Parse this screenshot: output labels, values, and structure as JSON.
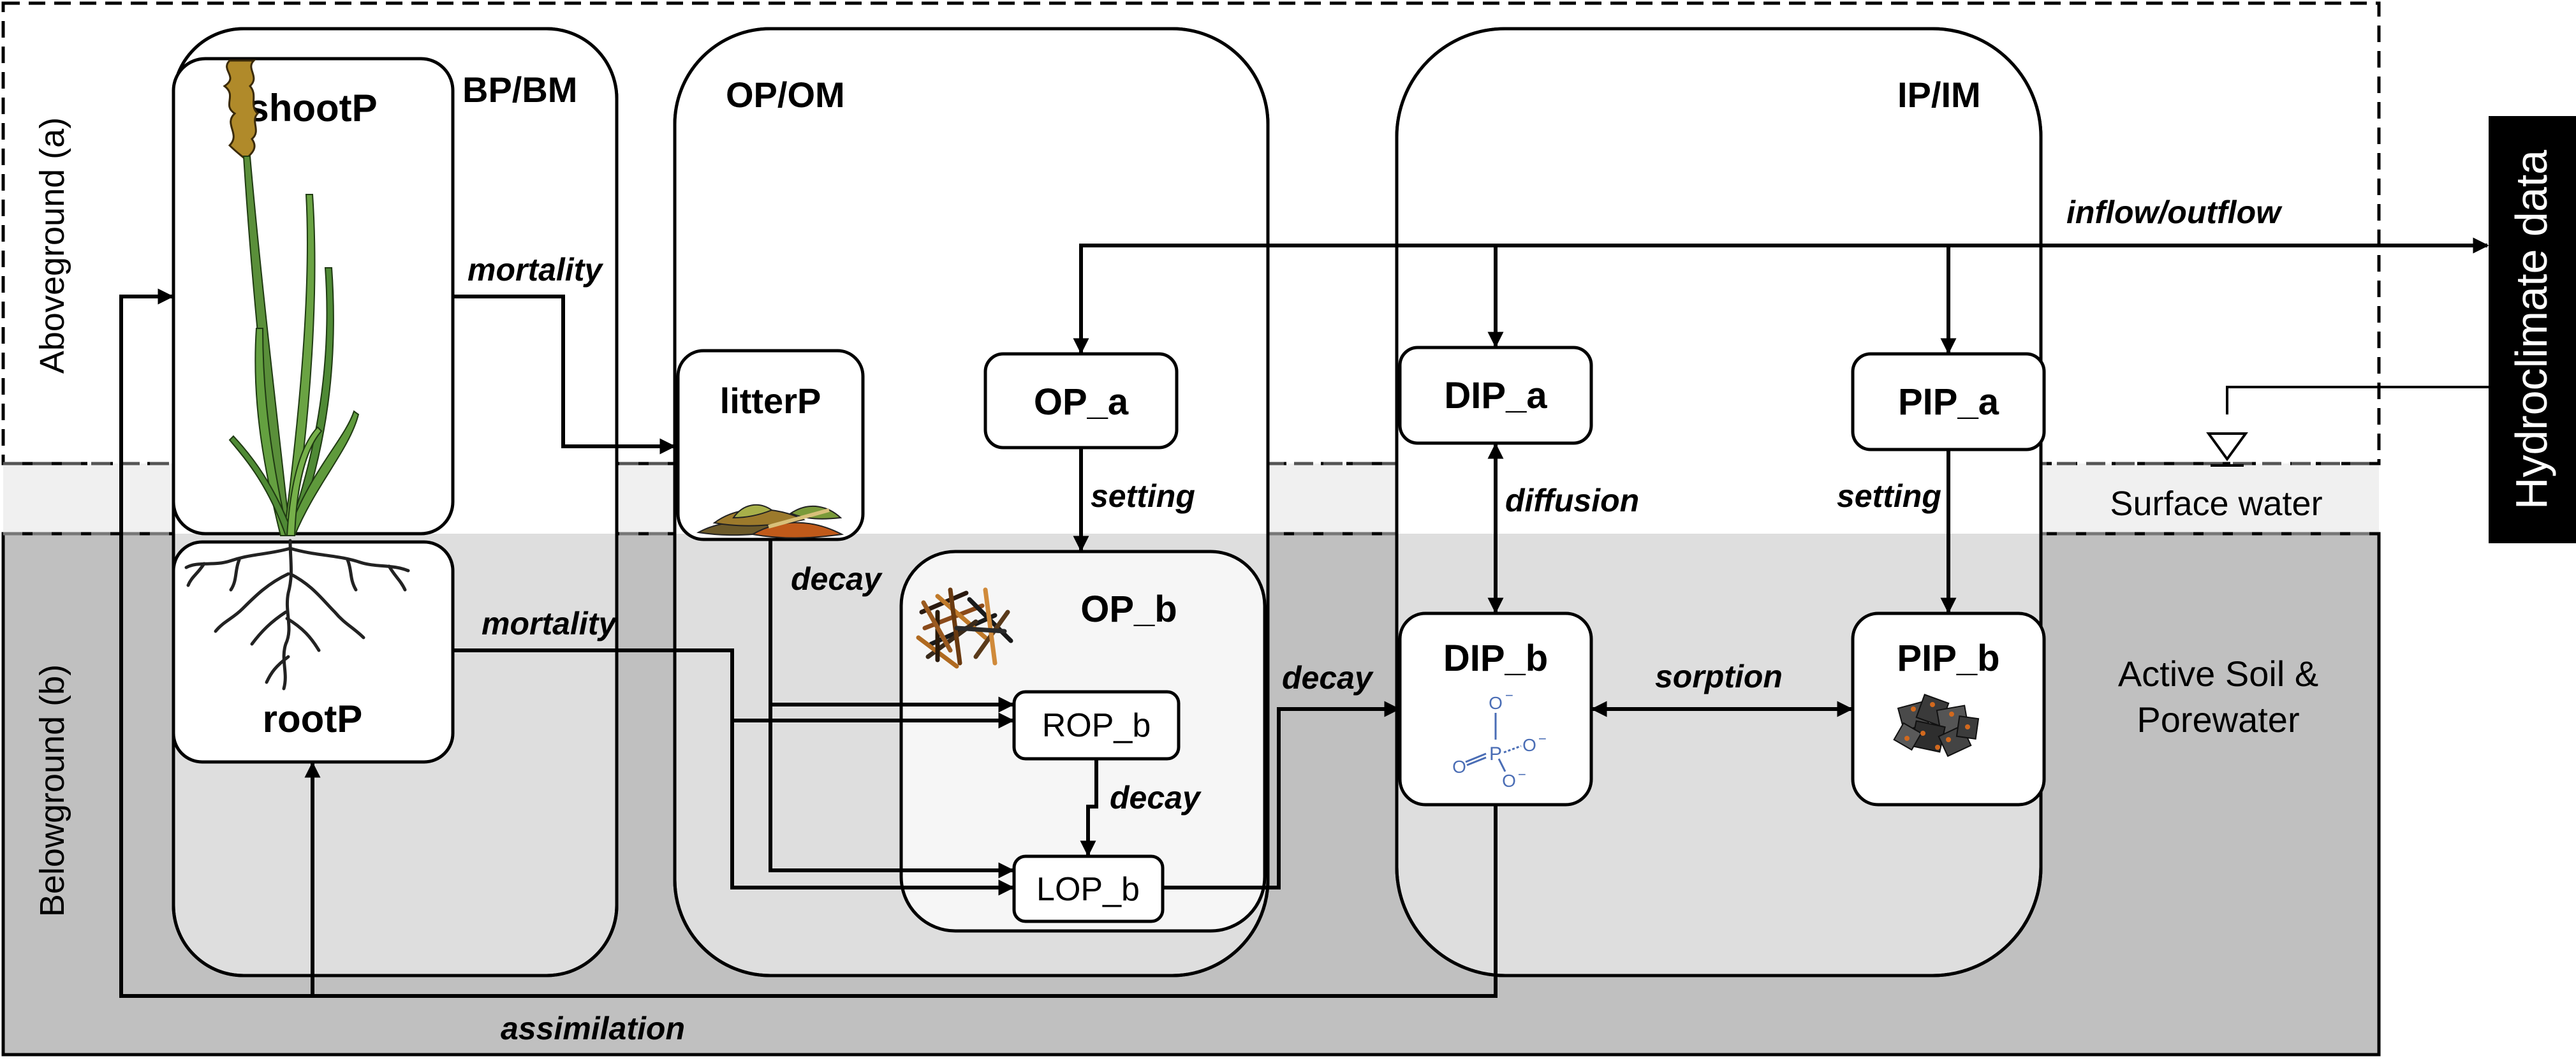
{
  "zones": {
    "aboveground": "Aboveground (a)",
    "belowground": "Belowground (b)",
    "surface_water": "Surface water",
    "active_soil_line1": "Active Soil &",
    "active_soil_line2": "Porewater"
  },
  "groups": {
    "bp": "BP/BM",
    "op": "OP/OM",
    "ip": "IP/IM"
  },
  "pools": {
    "shootP": "shootP",
    "rootP": "rootP",
    "litterP": "litterP",
    "OP_a": "OP_a",
    "OP_b": "OP_b",
    "ROP_b": "ROP_b",
    "LOP_b": "LOP_b",
    "DIP_a": "DIP_a",
    "DIP_b": "DIP_b",
    "PIP_a": "PIP_a",
    "PIP_b": "PIP_b"
  },
  "fluxes": {
    "mortality_shoot": "mortality",
    "mortality_root": "mortality",
    "decay_litter": "decay",
    "decay_op": "decay",
    "decay_rop": "decay",
    "setting_op": "setting",
    "setting_pip": "setting",
    "diffusion": "diffusion",
    "sorption": "sorption",
    "inflow_outflow": "inflow/outflow",
    "assimilation": "assimilation"
  },
  "phosphate": {
    "p": "P",
    "o": "O",
    "minus": "−"
  },
  "hydroclimate": "Hydroclimate data",
  "colors": {
    "above_bg": "#ffffff",
    "surface_bg": "#f0f0f0",
    "soil_bg": "#c0c0c0",
    "group_bg": "#dedede",
    "box_fill": "#ffffff",
    "opb_fill": "#f6f6f6",
    "phosphate_blue": "#4a6db5",
    "hydro_bg": "#000000"
  },
  "icons": [
    "grass-plant-icon",
    "root-system-icon",
    "leaf-litter-icon",
    "organic-matter-icon",
    "phosphate-molecule-icon",
    "mineral-particle-icon",
    "water-level-icon"
  ]
}
